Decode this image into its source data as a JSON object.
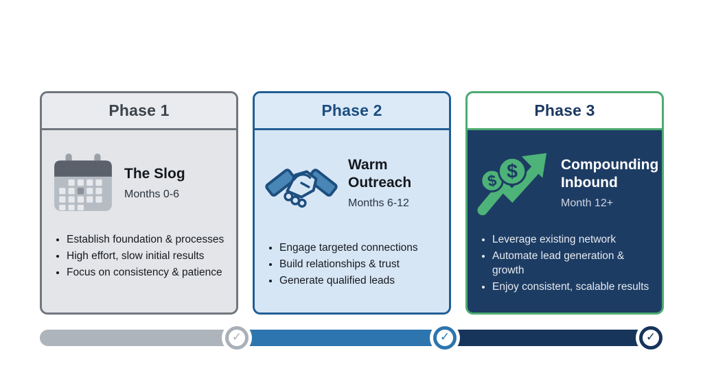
{
  "page": {
    "background": "#ffffff"
  },
  "phases": [
    {
      "header_label": "Phase 1",
      "icon": "calendar-icon",
      "title": "The Slog",
      "subtitle": "Months 0-6",
      "bullets": [
        "Establish foundation & processes",
        "High effort, slow initial results",
        "Focus on consistency & patience"
      ],
      "colors": {
        "border": "#70767e",
        "header_bg": "#e9ebee",
        "header_text": "#3d434b",
        "body_bg": "#e3e5e8",
        "title_text": "#14181d",
        "subtitle_text": "#2b3440",
        "bullet_text": "#15191f"
      }
    },
    {
      "header_label": "Phase 2",
      "icon": "handshake-icon",
      "title": "Warm Outreach",
      "subtitle": "Months 6-12",
      "bullets": [
        "Engage targeted connections",
        "Build relationships & trust",
        "Generate qualified leads"
      ],
      "colors": {
        "border": "#215e94",
        "header_bg": "#dceaf8",
        "header_text": "#1c4d80",
        "body_bg": "#d7e6f5",
        "title_text": "#14181d",
        "subtitle_text": "#2b3440",
        "bullet_text": "#15191f"
      }
    },
    {
      "header_label": "Phase 3",
      "icon": "growth-dollar-icon",
      "title": "Compounding Inbound",
      "subtitle": "Month 12+",
      "bullets": [
        "Leverage existing network",
        "Automate lead generation & growth",
        "Enjoy consistent, scalable results"
      ],
      "colors": {
        "border": "#4cab72",
        "header_bg": "#ffffff",
        "header_text": "#1b3a60",
        "body_bg": "#1d3c63",
        "title_text": "#ffffff",
        "subtitle_text": "#cfd6e0",
        "bullet_text": "#e6eaf0"
      }
    }
  ],
  "progress": {
    "check_glyph": "✓",
    "segments": [
      {
        "bar_color": "#aeb4bb",
        "check_color": "#a9b0b8"
      },
      {
        "bar_color": "#2d75ae",
        "check_color": "#2d75ae"
      },
      {
        "bar_color": "#17345b",
        "check_color": "#17345b"
      }
    ]
  },
  "icon_colors": {
    "calendar_body": "#b6bcc4",
    "calendar_band": "#5a616b",
    "calendar_post": "#9aa1a9",
    "calendar_cell": "#e7e9ec",
    "calendar_cell_active": "#8a919a",
    "handshake_outline": "#1d4e80",
    "handshake_sleeve": "#4a86b5",
    "handshake_hand": "#d7e6f5",
    "growth_green": "#4db378",
    "coin_symbol_navy": "#1d3c63"
  }
}
